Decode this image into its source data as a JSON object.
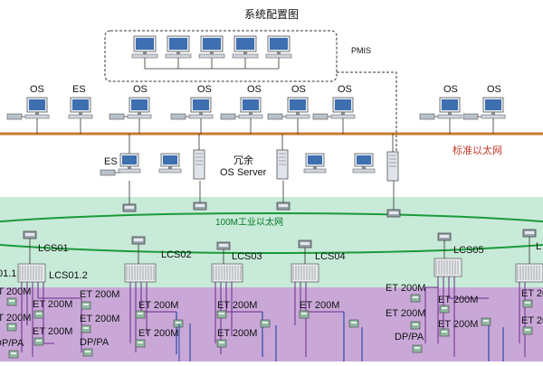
{
  "title": "系统配置图",
  "pmis_label": "PMIS",
  "os_label": "OS",
  "es_label": "ES",
  "redundant_label": "冗余",
  "os_server_label": "OS Server",
  "std_ethernet_label": "标准以太网",
  "industrial_ethernet_label": "100M工业以太网",
  "lcs": [
    "LCS01",
    "LCS01.2",
    "LCS02",
    "LCS03",
    "LCS04",
    "LCS05"
  ],
  "lcs_partial": [
    "01.1",
    "L"
  ],
  "et_label": "ET 200M",
  "dppa_label": "DP/PA",
  "colors": {
    "std_bus": "#c47a2c",
    "green_zone": "#c8ead8",
    "purple_zone": "#c9a8d8",
    "industrial_ring": "#1a9a3a",
    "field_wire": "#6a2a8a",
    "field_blue": "#2a4aa8"
  }
}
